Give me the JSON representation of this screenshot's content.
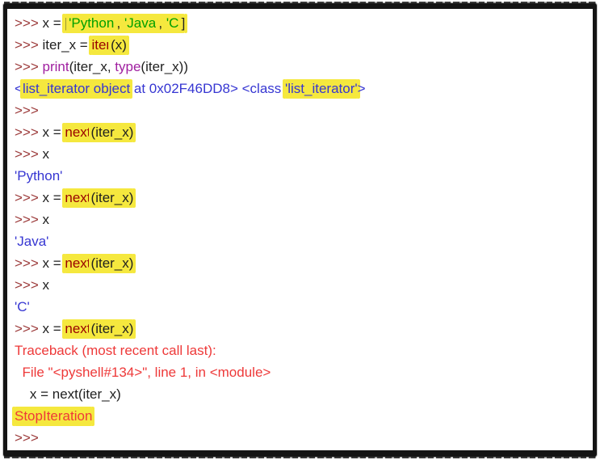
{
  "colors": {
    "prompt": "#9c3a3a",
    "input": "#1f1f1f",
    "builtin_red": "#990000",
    "builtin_purple": "#a020a0",
    "string_green": "#00a000",
    "output_blue": "#3636d2",
    "error_red": "#ee3939",
    "highlight": "#f5e83e",
    "frame_border": "#141414",
    "background": "#ffffff"
  },
  "console": {
    "lines": [
      {
        "segs": [
          {
            "t": ">>> ",
            "c": "prompt"
          },
          {
            "t": "x = ",
            "c": "input"
          },
          {
            "t": "[",
            "c": "input",
            "h": true
          },
          {
            "t": "'Python'",
            "c": "string_green",
            "h": true
          },
          {
            "t": ", ",
            "c": "input",
            "h": true
          },
          {
            "t": "'Java'",
            "c": "string_green",
            "h": true
          },
          {
            "t": ", ",
            "c": "input",
            "h": true
          },
          {
            "t": "'C'",
            "c": "string_green",
            "h": true
          },
          {
            "t": "]",
            "c": "input",
            "h": true
          }
        ]
      },
      {
        "segs": [
          {
            "t": ">>> ",
            "c": "prompt"
          },
          {
            "t": "iter_x = ",
            "c": "input"
          },
          {
            "t": "iter",
            "c": "builtin_red",
            "h": true
          },
          {
            "t": "(x)",
            "c": "input",
            "h": true
          }
        ]
      },
      {
        "segs": [
          {
            "t": ">>> ",
            "c": "prompt"
          },
          {
            "t": "print",
            "c": "builtin_purple"
          },
          {
            "t": "(iter_x, ",
            "c": "input"
          },
          {
            "t": "type",
            "c": "builtin_purple"
          },
          {
            "t": "(iter_x))",
            "c": "input"
          }
        ]
      },
      {
        "segs": [
          {
            "t": "<",
            "c": "output_blue"
          },
          {
            "t": "list_iterator object",
            "c": "output_blue",
            "h": true
          },
          {
            "t": " at 0x02F46DD8> <class ",
            "c": "output_blue"
          },
          {
            "t": "'list_iterator'",
            "c": "output_blue",
            "h": true
          },
          {
            "t": ">",
            "c": "output_blue"
          }
        ]
      },
      {
        "segs": [
          {
            "t": ">>>",
            "c": "prompt"
          }
        ]
      },
      {
        "segs": [
          {
            "t": ">>> ",
            "c": "prompt"
          },
          {
            "t": "x = ",
            "c": "input"
          },
          {
            "t": "next",
            "c": "builtin_red",
            "h": true
          },
          {
            "t": "(iter_x)",
            "c": "input",
            "h": true
          }
        ]
      },
      {
        "segs": [
          {
            "t": ">>> ",
            "c": "prompt"
          },
          {
            "t": "x",
            "c": "input"
          }
        ]
      },
      {
        "segs": [
          {
            "t": "'Python'",
            "c": "output_blue"
          }
        ]
      },
      {
        "segs": [
          {
            "t": ">>> ",
            "c": "prompt"
          },
          {
            "t": "x = ",
            "c": "input"
          },
          {
            "t": "next",
            "c": "builtin_red",
            "h": true
          },
          {
            "t": "(iter_x)",
            "c": "input",
            "h": true
          }
        ]
      },
      {
        "segs": [
          {
            "t": ">>> ",
            "c": "prompt"
          },
          {
            "t": "x",
            "c": "input"
          }
        ]
      },
      {
        "segs": [
          {
            "t": "'Java'",
            "c": "output_blue"
          }
        ]
      },
      {
        "segs": [
          {
            "t": ">>> ",
            "c": "prompt"
          },
          {
            "t": "x = ",
            "c": "input"
          },
          {
            "t": "next",
            "c": "builtin_red",
            "h": true
          },
          {
            "t": "(iter_x)",
            "c": "input",
            "h": true
          }
        ]
      },
      {
        "segs": [
          {
            "t": ">>> ",
            "c": "prompt"
          },
          {
            "t": "x",
            "c": "input"
          }
        ]
      },
      {
        "segs": [
          {
            "t": "'C'",
            "c": "output_blue"
          }
        ]
      },
      {
        "segs": [
          {
            "t": ">>> ",
            "c": "prompt"
          },
          {
            "t": "x = ",
            "c": "input"
          },
          {
            "t": "next",
            "c": "builtin_red",
            "h": true
          },
          {
            "t": "(iter_x)",
            "c": "input",
            "h": true
          }
        ]
      },
      {
        "segs": [
          {
            "t": "Traceback (most recent call last):",
            "c": "error_red"
          }
        ]
      },
      {
        "segs": [
          {
            "t": "  File \"<pyshell#134>\", line 1, in <module>",
            "c": "error_red"
          }
        ]
      },
      {
        "segs": [
          {
            "t": "    x = next(iter_x)",
            "c": "input"
          }
        ]
      },
      {
        "segs": [
          {
            "t": "StopIteration",
            "c": "error_red",
            "h": true
          }
        ]
      },
      {
        "segs": [
          {
            "t": ">>>",
            "c": "prompt"
          }
        ]
      }
    ]
  }
}
